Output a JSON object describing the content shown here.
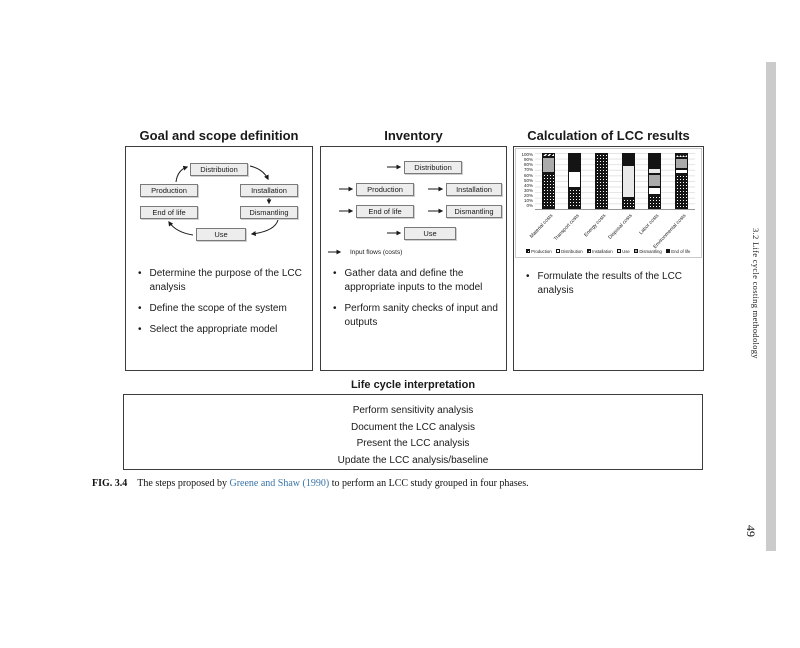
{
  "panels": {
    "goal": {
      "title": "Goal and scope definition",
      "bullets": [
        "Determine the purpose of the LCC analysis",
        "Define the scope of the system",
        "Select the appropriate model"
      ]
    },
    "inventory": {
      "title": "Inventory",
      "input_flows_label": "Input flows (costs)",
      "bullets": [
        "Gather data and define the appropriate inputs to the model",
        "Perform sanity checks of input and outputs"
      ]
    },
    "calculation": {
      "title": "Calculation of LCC results",
      "bullets": [
        "Formulate the results of the LCC analysis"
      ]
    }
  },
  "flow_boxes": {
    "distribution": "Distribution",
    "production": "Production",
    "installation": "Installation",
    "end_of_life": "End of life",
    "dismantling": "Dismantling",
    "use": "Use"
  },
  "interpretation": {
    "title": "Life cycle interpretation",
    "steps": [
      "Perform sensitivity analysis",
      "Document the LCC analysis",
      "Present the LCC analysis",
      "Update the LCC analysis/baseline"
    ]
  },
  "caption": {
    "fig_label": "FIG. 3.4",
    "text_before": "The steps proposed by ",
    "citation": "Greene and Shaw (1990)",
    "text_after": " to perform an LCC study grouped in four phases."
  },
  "sidebar": {
    "running_head": "3.2  Life cycle costing methodology",
    "page_number": "49"
  },
  "colors": {
    "citation_blue": "#3a74a8",
    "sidebar_strip": "#cbcbcb"
  },
  "chart_data": {
    "type": "bar",
    "stacked": true,
    "title": "",
    "xlabel": "",
    "ylabel": "",
    "ylim": [
      0,
      100
    ],
    "grid": true,
    "legend_position": "bottom",
    "ylabel_ticks": [
      "100%",
      "90%",
      "80%",
      "70%",
      "60%",
      "50%",
      "40%",
      "30%",
      "20%",
      "10%",
      "0%"
    ],
    "categories": [
      "Material costs",
      "Transport costs",
      "Energy costs",
      "Disposal costs",
      "Labor costs",
      "Environmental costs"
    ],
    "legend": [
      "Production",
      "Distribution",
      "Installation",
      "Use",
      "Dismantling",
      "End of life"
    ],
    "legend_patterns": {
      "Production": "dots",
      "Distribution": "white",
      "Installation": "hatch",
      "Use": "lightgray",
      "Dismantling": "gray",
      "End of life": "black"
    },
    "bars": [
      {
        "category": "Material costs",
        "segments": [
          {
            "name": "Production",
            "pattern": "dots",
            "value": 65
          },
          {
            "name": "Dismantling",
            "pattern": "gray",
            "value": 28
          },
          {
            "name": "Installation",
            "pattern": "hatch",
            "value": 7
          }
        ]
      },
      {
        "category": "Transport costs",
        "segments": [
          {
            "name": "Production",
            "pattern": "dots",
            "value": 37
          },
          {
            "name": "Distribution",
            "pattern": "white",
            "value": 30
          },
          {
            "name": "End of life",
            "pattern": "black",
            "value": 33
          }
        ]
      },
      {
        "category": "Energy costs",
        "segments": [
          {
            "name": "Production",
            "pattern": "dots",
            "value": 100
          }
        ]
      },
      {
        "category": "Disposal costs",
        "segments": [
          {
            "name": "Production",
            "pattern": "dots",
            "value": 20
          },
          {
            "name": "Use",
            "pattern": "lightgray",
            "value": 58
          },
          {
            "name": "End of life",
            "pattern": "black",
            "value": 22
          }
        ]
      },
      {
        "category": "Labor costs",
        "segments": [
          {
            "name": "Production",
            "pattern": "dots",
            "value": 25
          },
          {
            "name": "Distribution",
            "pattern": "white",
            "value": 15
          },
          {
            "name": "Dismantling",
            "pattern": "gray",
            "value": 23
          },
          {
            "name": "Use",
            "pattern": "lightgray",
            "value": 10
          },
          {
            "name": "End of life",
            "pattern": "black",
            "value": 27
          }
        ]
      },
      {
        "category": "Environmental costs",
        "segments": [
          {
            "name": "Production",
            "pattern": "dots",
            "value": 63
          },
          {
            "name": "Distribution",
            "pattern": "white",
            "value": 9
          },
          {
            "name": "Dismantling",
            "pattern": "gray",
            "value": 20
          },
          {
            "name": "End of life",
            "pattern": "blackdots",
            "value": 8
          }
        ]
      }
    ]
  }
}
